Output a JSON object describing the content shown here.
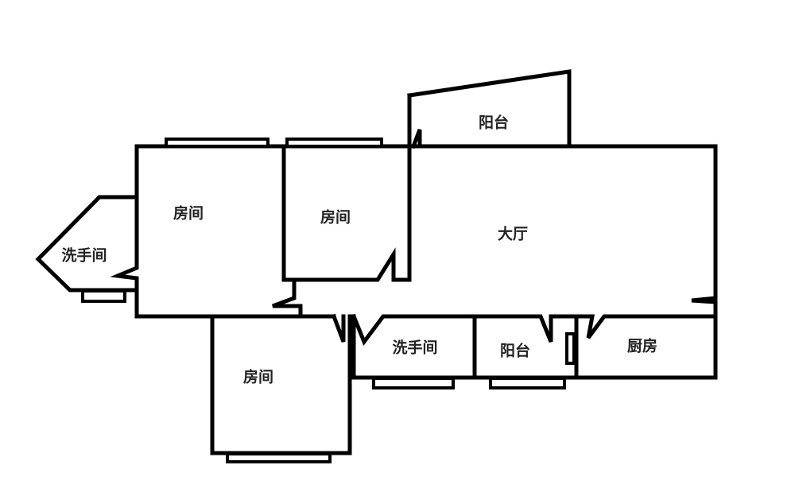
{
  "rooms": {
    "balcony_top": "阳台",
    "bedroom_1": "房间",
    "bedroom_2": "房间",
    "living_room": "大厅",
    "washroom_left": "洗手间",
    "washroom_bottom": "洗手间",
    "balcony_bottom": "阳台",
    "kitchen": "厨房",
    "bedroom_3": "房间"
  }
}
